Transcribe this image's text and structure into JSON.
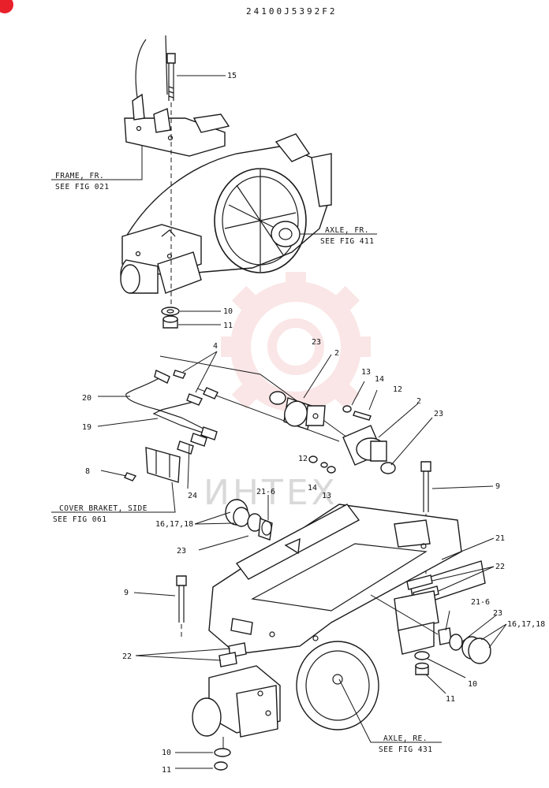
{
  "drawing": {
    "number": "24100J5392F2"
  },
  "references": {
    "frame": {
      "line1": "FRAME, FR.",
      "line2": "SEE FIG 021"
    },
    "axle_front": {
      "line1": "AXLE, FR.",
      "line2": "SEE FIG 411"
    },
    "cover": {
      "line1": "COVER BRAKET, SIDE",
      "line2": "SEE FIG 061"
    },
    "axle_rear": {
      "line1": "AXLE, RE.",
      "line2": "SEE FIG 431"
    }
  },
  "callouts": {
    "c15": "15",
    "c10a": "10",
    "c11a": "11",
    "c23a": "23",
    "c2a": "2",
    "c4": "4",
    "c13a": "13",
    "c14a": "14",
    "c12a": "12",
    "c20": "20",
    "c19": "19",
    "c2b": "2",
    "c23b": "23",
    "c12b": "12",
    "c14b": "14",
    "c13b": "13",
    "c9a": "9",
    "c8": "8",
    "c24": "24",
    "c21_6a": "21-6",
    "c16_18a": "16,17,18",
    "c23c": "23",
    "c21": "21",
    "c22a": "22",
    "c9b": "9",
    "c21_6b": "21-6",
    "c23d": "23",
    "c16_18b": "16,17,18",
    "c22b": "22",
    "c10b": "10",
    "c11b": "11",
    "c10c": "10",
    "c11c": "11"
  },
  "watermark": {
    "text": "ИНТЕХ",
    "color": "#f2b8b8",
    "badge_color": "#e8202a"
  }
}
